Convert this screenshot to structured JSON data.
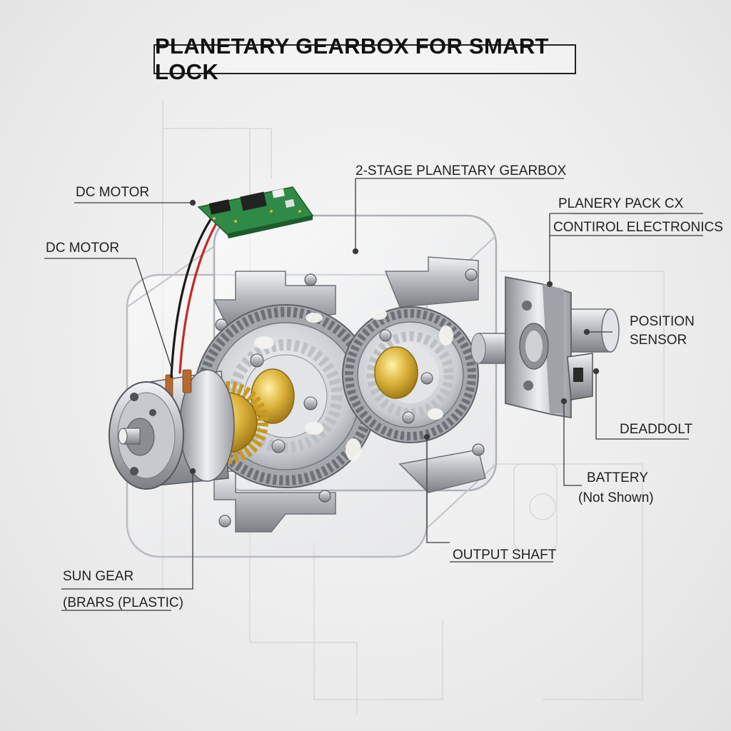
{
  "title": "PLANETARY GEARBOX FOR SMART LOCK",
  "labels": {
    "gearbox": "2-STAGE PLANETARY GEARBOX",
    "dc_motor_top": "DC MOTOR",
    "dc_motor_left": "DC MOTOR",
    "planery_pack": "PLANERY PACK CX",
    "control_electronics": "CONTIROL ELECTRONICS",
    "position_sensor_1": "POSITION",
    "position_sensor_2": "SENSOR",
    "deadbolt": "DEADDOLT",
    "battery_1": "BATTERY",
    "battery_2": "(Not Shown)",
    "output_shaft": "OUTPUT SHAFT",
    "sun_gear": "SUN GEAR",
    "gears_plastic": "(BRARS (PLASTIC)"
  },
  "colors": {
    "housing": "#dcdde0",
    "metal": "#b9bcc1",
    "brass": "#d9b43a",
    "pcb": "#2f8a46",
    "wire_red": "#c62828",
    "wire_black": "#1a1a1a",
    "copper": "#b86a2e"
  }
}
